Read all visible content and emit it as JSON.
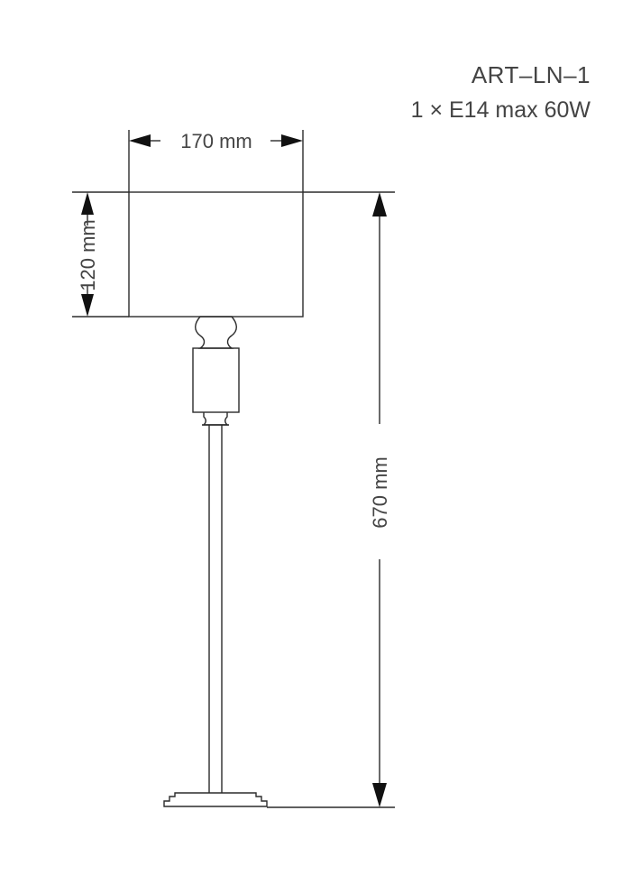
{
  "product": {
    "model": "ART–LN–1",
    "spec": "1 × E14 max 60W"
  },
  "dimensions": {
    "width": "170 mm",
    "shade_height": "120 mm",
    "total_height": "670 mm"
  },
  "colors": {
    "line": "#2b2b2b",
    "text": "#444444"
  }
}
